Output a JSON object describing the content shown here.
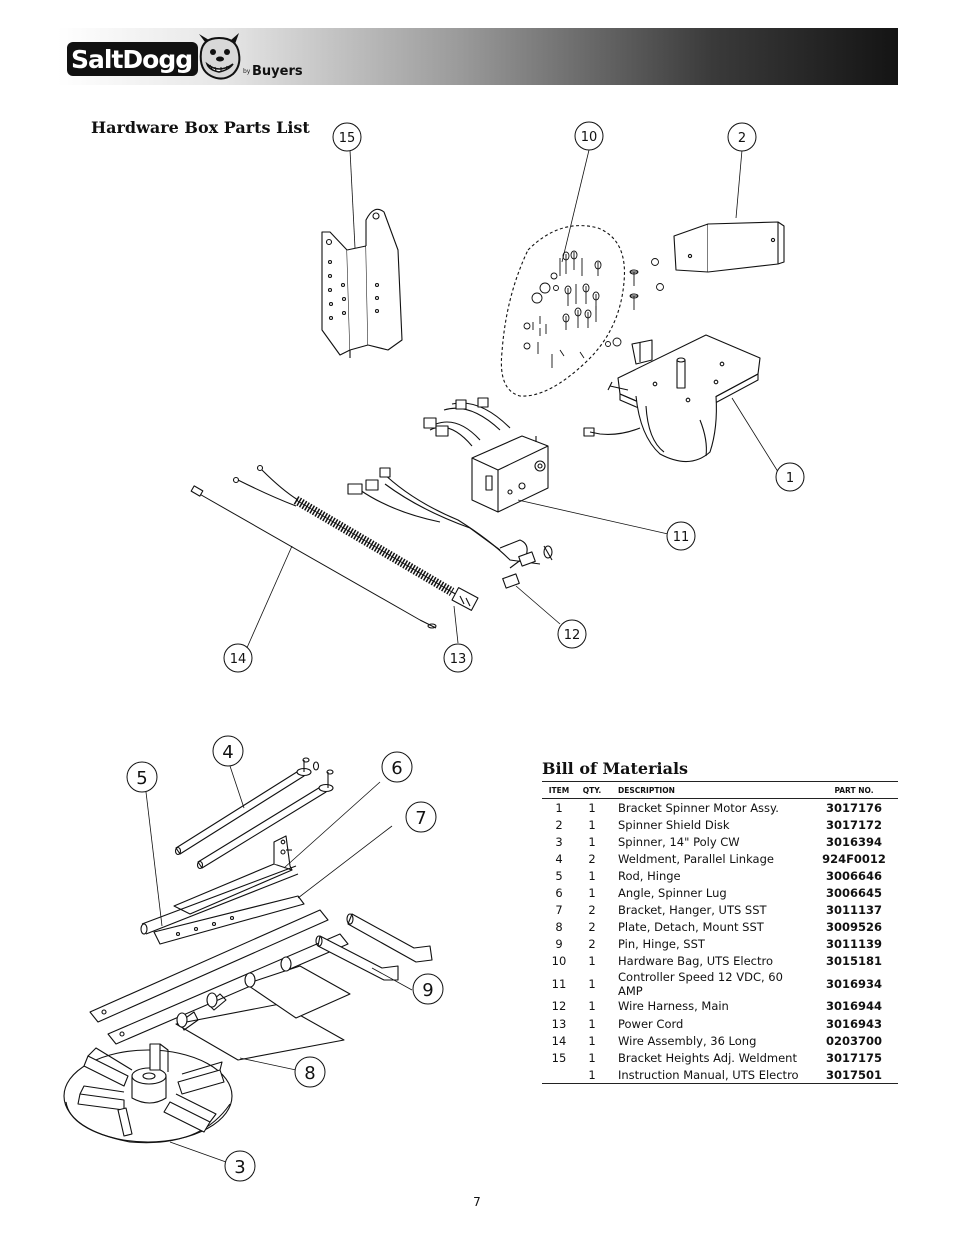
{
  "header": {
    "brand": "SaltDogg",
    "brand_by": "by",
    "brand_maker": "Buyers"
  },
  "hardware_title": "Hardware Box Parts List",
  "callouts": [
    "15",
    "10",
    "2",
    "1",
    "11",
    "12",
    "13",
    "14",
    "4",
    "5",
    "6",
    "7",
    "9",
    "8",
    "3"
  ],
  "bom": {
    "title": "Bill of Materials",
    "headers": {
      "item": "ITEM",
      "qty": "QTY.",
      "description": "DESCRIPTION",
      "part": "PART NO."
    },
    "rows": [
      {
        "item": "1",
        "qty": "1",
        "description": "Bracket Spinner Motor Assy.",
        "part": "3017176"
      },
      {
        "item": "2",
        "qty": "1",
        "description": "Spinner Shield Disk",
        "part": "3017172"
      },
      {
        "item": "3",
        "qty": "1",
        "description": "Spinner, 14\" Poly CW",
        "part": "3016394"
      },
      {
        "item": "4",
        "qty": "2",
        "description": "Weldment, Parallel Linkage",
        "part": "924F0012"
      },
      {
        "item": "5",
        "qty": "1",
        "description": "Rod, Hinge",
        "part": "3006646"
      },
      {
        "item": "6",
        "qty": "1",
        "description": "Angle, Spinner Lug",
        "part": "3006645"
      },
      {
        "item": "7",
        "qty": "2",
        "description": "Bracket, Hanger, UTS SST",
        "part": "3011137"
      },
      {
        "item": "8",
        "qty": "2",
        "description": "Plate, Detach, Mount SST",
        "part": "3009526"
      },
      {
        "item": "9",
        "qty": "2",
        "description": "Pin, Hinge, SST",
        "part": "3011139"
      },
      {
        "item": "10",
        "qty": "1",
        "description": "Hardware Bag, UTS Electro",
        "part": "3015181"
      },
      {
        "item": "11",
        "qty": "1",
        "description": "Controller Speed 12 VDC, 60 AMP",
        "part": "3016934"
      },
      {
        "item": "12",
        "qty": "1",
        "description": "Wire Harness, Main",
        "part": "3016944"
      },
      {
        "item": "13",
        "qty": "1",
        "description": "Power Cord",
        "part": "3016943"
      },
      {
        "item": "14",
        "qty": "1",
        "description": "Wire Assembly, 36 Long",
        "part": "0203700"
      },
      {
        "item": "15",
        "qty": "1",
        "description": "Bracket Heights Adj. Weldment",
        "part": "3017175"
      },
      {
        "item": "",
        "qty": "1",
        "description": "Instruction Manual, UTS Electro",
        "part": "3017501"
      }
    ]
  },
  "page_number": "7"
}
